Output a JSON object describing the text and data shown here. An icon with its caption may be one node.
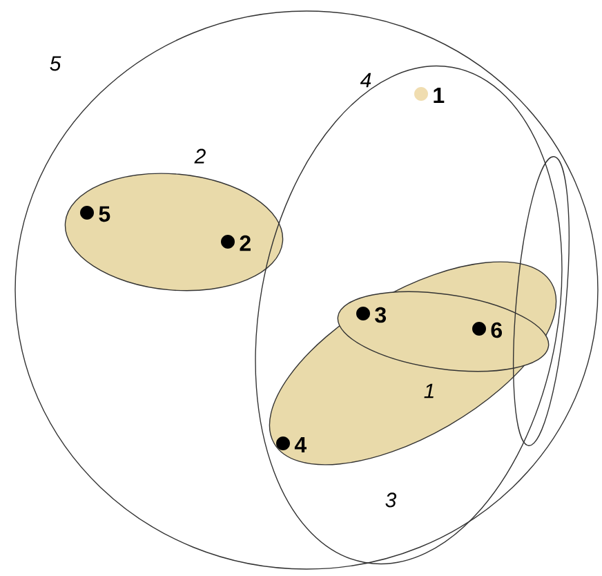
{
  "diagram": {
    "nodes": [
      {
        "text": [
          "5"
        ]
      },
      {
        "text": [
          "4"
        ],
        "in": 0
      },
      {
        "text": [
          "1"
        ],
        "in": 1
      },
      {
        "text": [
          "2"
        ],
        "in": 0
      },
      {
        "text": [
          "5"
        ],
        "in": 3
      },
      {
        "text": [
          "2"
        ],
        "in": 3
      },
      {
        "text": [],
        "shape": "ellipse",
        "in": 0
      },
      {
        "text": [
          "3"
        ],
        "in": 1
      },
      {
        "text": [
          "1"
        ],
        "in": 7
      },
      {
        "text": [
          "3"
        ],
        "in": 8
      },
      {
        "text": [
          "6"
        ],
        "in": 8
      },
      {
        "text": [
          "4"
        ],
        "in": 7
      }
    ]
  }
}
